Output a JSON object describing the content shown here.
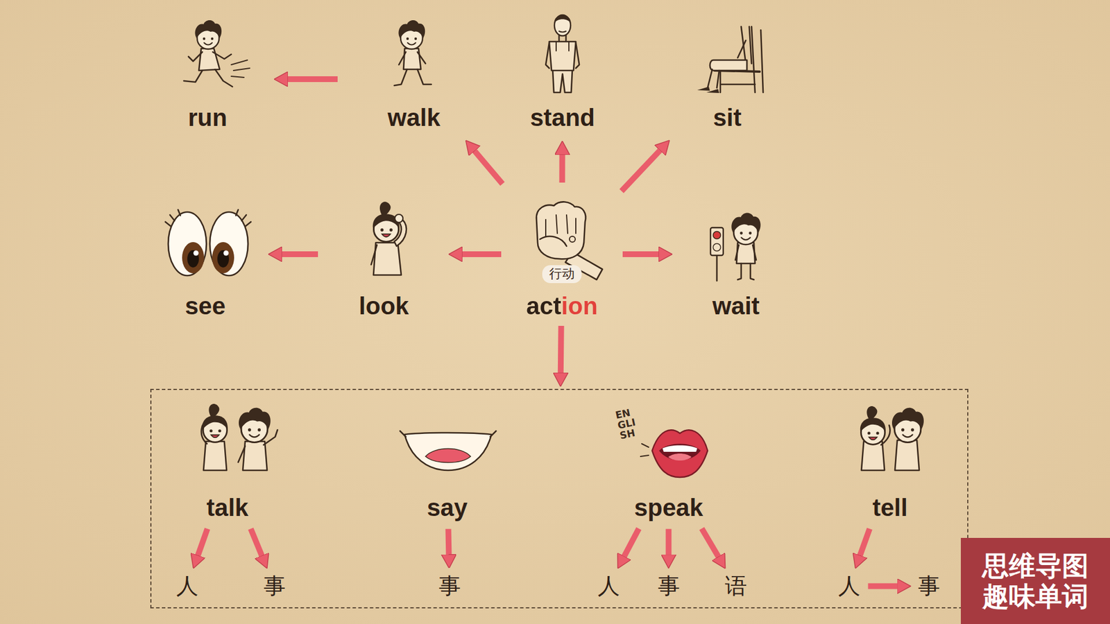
{
  "diagram": {
    "nodes": [
      {
        "text": [
          "run"
        ]
      },
      {
        "text": [
          "walk"
        ]
      },
      {
        "text": [
          "stand"
        ]
      },
      {
        "text": [
          "sit"
        ]
      },
      {
        "text": [
          "see"
        ]
      },
      {
        "text": [
          "look"
        ]
      },
      {
        "text": [
          "行动",
          "action"
        ]
      },
      {
        "text": [
          "wait"
        ]
      },
      {
        "text": []
      },
      {
        "text": [
          "talk"
        ],
        "in": 8
      },
      {
        "text": [
          "say"
        ],
        "in": 8
      },
      {
        "text": [
          "speak"
        ],
        "in": 8
      },
      {
        "text": [
          "tell"
        ],
        "in": 8
      },
      {
        "text": [
          "人"
        ],
        "in": 8
      },
      {
        "text": [
          "事"
        ],
        "in": 8
      },
      {
        "text": [
          "事"
        ],
        "in": 8
      },
      {
        "text": [
          "人"
        ],
        "in": 8
      },
      {
        "text": [
          "事"
        ],
        "in": 8
      },
      {
        "text": [
          "语"
        ],
        "in": 8
      },
      {
        "text": [
          "人"
        ],
        "in": 8
      },
      {
        "text": [
          "事"
        ],
        "in": 8
      }
    ],
    "edges": [
      {
        "from": 6,
        "to": 1,
        "arrow": "to"
      },
      {
        "from": 6,
        "to": 2,
        "arrow": "to"
      },
      {
        "from": 6,
        "to": 3,
        "arrow": "to"
      },
      {
        "from": 1,
        "to": 0,
        "arrow": "to"
      },
      {
        "from": 6,
        "to": 5,
        "arrow": "to"
      },
      {
        "from": 5,
        "to": 4,
        "arrow": "to"
      },
      {
        "from": 6,
        "to": 7,
        "arrow": "to"
      },
      {
        "from": 6,
        "to": 8,
        "arrow": "to"
      },
      {
        "from": 9,
        "to": 13,
        "arrow": "to"
      },
      {
        "from": 9,
        "to": 14,
        "arrow": "to"
      },
      {
        "from": 10,
        "to": 15,
        "arrow": "to"
      },
      {
        "from": 11,
        "to": 16,
        "arrow": "to"
      },
      {
        "from": 11,
        "to": 17,
        "arrow": "to"
      },
      {
        "from": 11,
        "to": 18,
        "arrow": "to"
      },
      {
        "from": 12,
        "to": 19,
        "arrow": "to"
      },
      {
        "from": 19,
        "to": 20,
        "arrow": "to"
      }
    ],
    "labels": [
      "ENGLISH",
      "思维导图 趣味单词"
    ]
  }
}
